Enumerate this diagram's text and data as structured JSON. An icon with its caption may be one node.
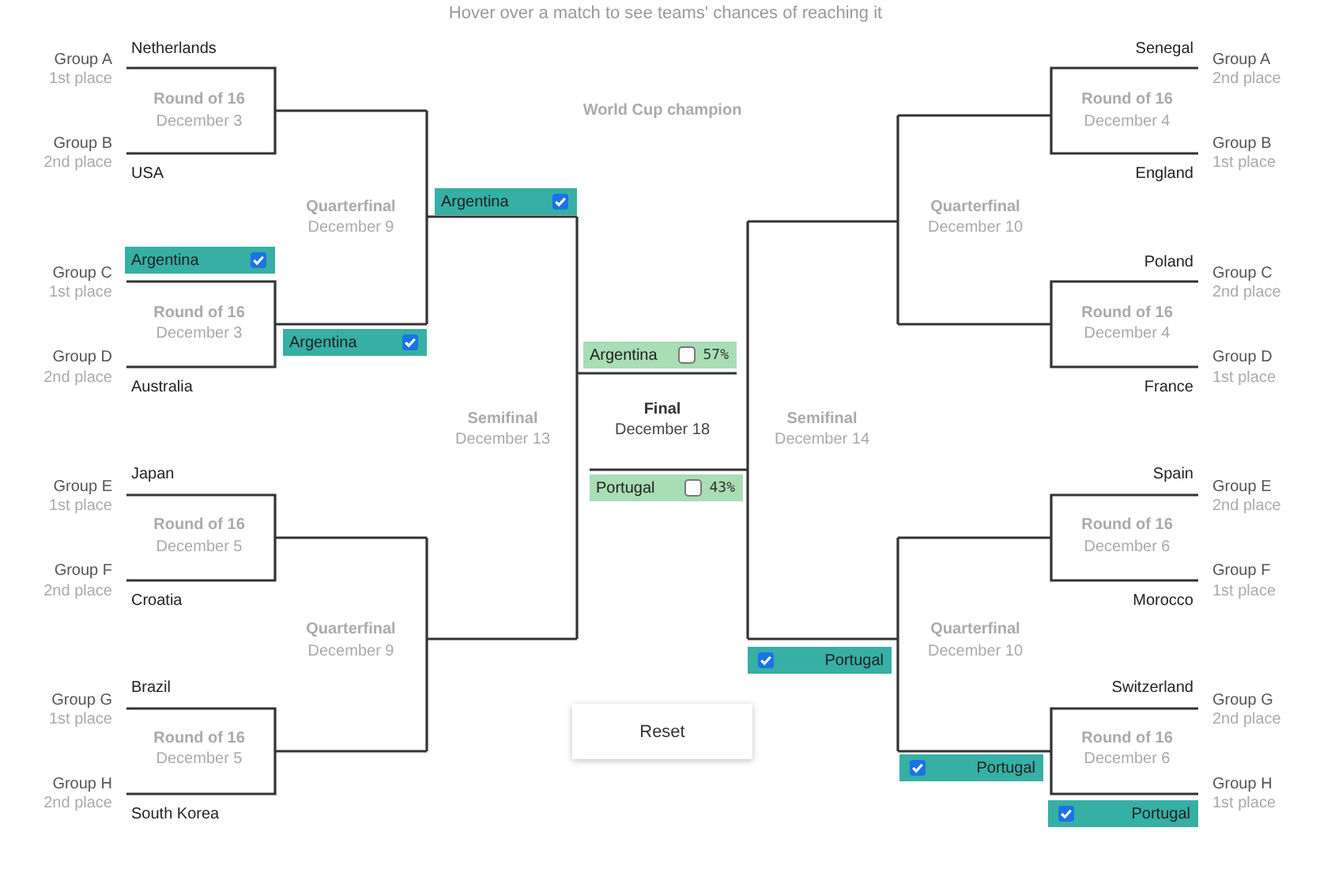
{
  "diagram": {
    "labels": [
      "Hover over a match to see teams' chances of reaching it",
      "Group A",
      "1st place",
      "Netherlands",
      "Round of 16",
      "December 3",
      "Group B",
      "2nd place",
      "USA",
      "Quarterfinal",
      "December 9",
      "Argentina",
      "Argentina",
      "Group C",
      "1st place",
      "Round of 16",
      "December 3",
      "Argentina",
      "Group D",
      "2nd place",
      "Australia",
      "Semifinal",
      "December 13",
      "Japan",
      "Group E",
      "1st place",
      "Round of 16",
      "December 5",
      "Group F",
      "2nd place",
      "Croatia",
      "Quarterfinal",
      "December 9",
      "Brazil",
      "Group G",
      "1st place",
      "Round of 16",
      "December 5",
      "Group H",
      "2nd place",
      "South Korea",
      "World Cup champion",
      "Argentina",
      "57%",
      "Final",
      "December 18",
      "Portugal",
      "43%",
      "Reset",
      "Senegal",
      "Group A",
      "2nd place",
      "Round of 16",
      "December 4",
      "Group B",
      "1st place",
      "England",
      "Quarterfinal",
      "December 10",
      "Poland",
      "Group C",
      "2nd place",
      "Round of 16",
      "December 4",
      "Group D",
      "1st place",
      "France",
      "Semifinal",
      "December 14",
      "Spain",
      "Group E",
      "2nd place",
      "Round of 16",
      "December 6",
      "Group F",
      "1st place",
      "Morocco",
      "Quarterfinal",
      "December 10",
      "Portugal",
      "Switzerland",
      "Group G",
      "2nd place",
      "Round of 16",
      "December 6",
      "Portugal",
      "Group H",
      "1st place",
      "Portugal"
    ]
  }
}
